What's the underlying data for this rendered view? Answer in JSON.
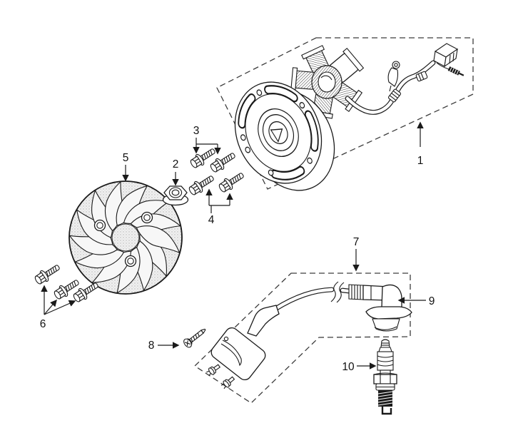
{
  "diagram": {
    "background": "#ffffff",
    "ink": "#1a1a1a",
    "leader_gray": "#8d8d8d",
    "callouts": {
      "c1": "1",
      "c2": "2",
      "c3": "3",
      "c4": "4",
      "c5": "5",
      "c6": "6",
      "c7": "7",
      "c8": "8",
      "c9": "9",
      "c10": "10"
    }
  }
}
